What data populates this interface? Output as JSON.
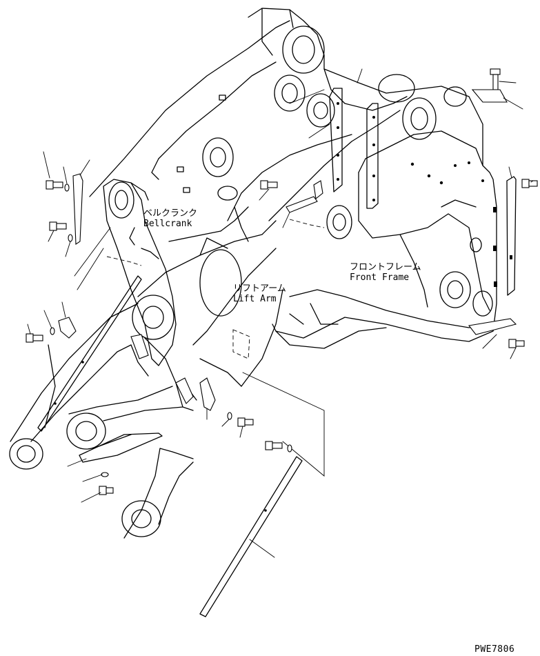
{
  "labels": {
    "bellcrank_ja": "ベルクランク",
    "bellcrank_en": "Bellcrank",
    "liftarm_ja": "リフトアーム",
    "liftarm_en": "Lift Arm",
    "frontframe_ja": "フロントフレーム",
    "frontframe_en": "Front Frame"
  },
  "drawing_id": "PWE7806",
  "colors": {
    "ink": "#000000",
    "paper": "#ffffff"
  }
}
